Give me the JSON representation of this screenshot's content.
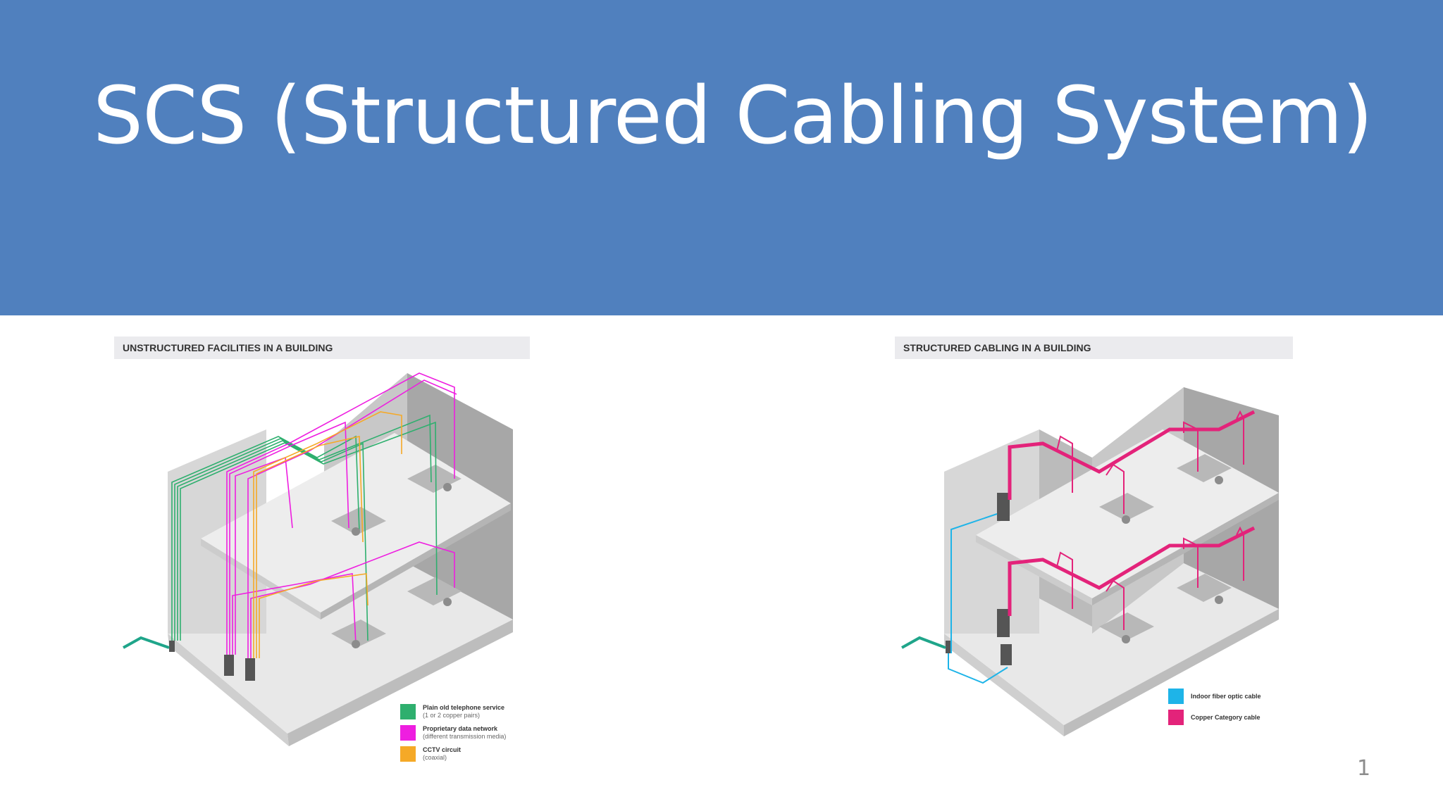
{
  "slide": {
    "title": "SCS (Structured Cabling System)",
    "page_number": "1"
  },
  "left_panel": {
    "heading": "UNSTRUCTURED FACILITIES IN A BUILDING",
    "legend": [
      {
        "label": "Plain old telephone service",
        "sublabel": "(1 or 2 copper pairs)",
        "color": "#2EAF6E"
      },
      {
        "label": "Proprietary data network",
        "sublabel": "(different transmission media)",
        "color": "#EE1EE0"
      },
      {
        "label": "CCTV circuit",
        "sublabel": "(coaxial)",
        "color": "#F5A927"
      }
    ]
  },
  "right_panel": {
    "heading": "STRUCTURED CABLING IN A BUILDING",
    "legend": [
      {
        "label": "Indoor fiber optic cable",
        "color": "#1EB4E8"
      },
      {
        "label": "Copper Category cable",
        "color": "#E3237A"
      }
    ]
  },
  "colors": {
    "header_bg": "#5080BE",
    "header_text": "#ffffff",
    "floor": "#E6E6E6",
    "wall_dark": "#A9A9A9",
    "wall_light": "#D3D3D3"
  }
}
